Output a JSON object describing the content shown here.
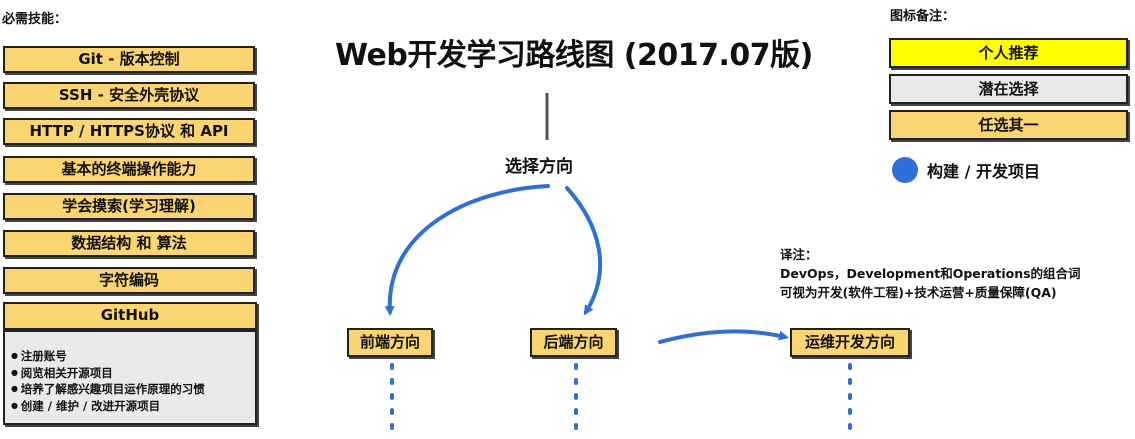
{
  "title": "Web开发学习路线图 (2017.07版)",
  "required_skills": {
    "label": "必需技能：",
    "items": [
      "Git - 版本控制",
      "SSH - 安全外壳协议",
      "HTTP / HTTPS协议 和 API",
      "基本的终端操作能力",
      "学会摸索(学习理解)",
      "数据结构 和 算法",
      "字符编码",
      "GitHub"
    ],
    "github_details": [
      "注册账号",
      "阅览相关开源项目",
      "培养了解感兴趣项目运作原理的习惯",
      "创建 / 维护 / 改进开源项目"
    ]
  },
  "flow": {
    "choose": "选择方向",
    "frontend": "前端方向",
    "backend": "后端方向",
    "devops": "运维开发方向"
  },
  "legend": {
    "label": "图标备注：",
    "recommended": "个人推荐",
    "potential": "潜在选择",
    "either": "任选其一",
    "build": "构建 / 开发项目"
  },
  "note": {
    "label": "译注：",
    "line1": "DevOps，Development和Operations的组合词",
    "line2": "可视为开发(软件工程)+技术运营+质量保障(QA)"
  },
  "colors": {
    "recommended": "#ffff00",
    "potential": "#eaeaea",
    "either": "#fcd573",
    "arrow": "#2f6fd6",
    "build_dot": "#2f6fd6"
  }
}
